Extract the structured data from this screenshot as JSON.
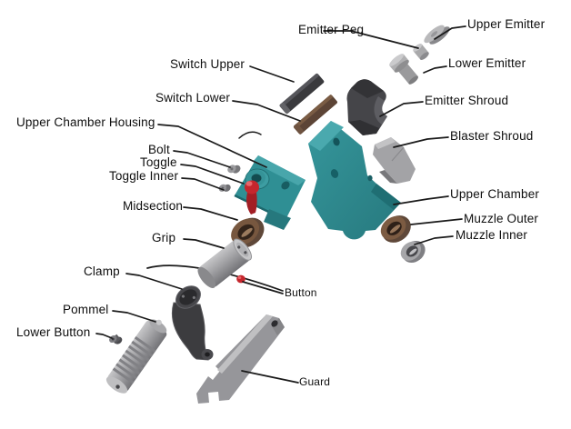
{
  "labels": {
    "emitter_peg": "Emitter Peg",
    "upper_emitter": "Upper Emitter",
    "lower_emitter": "Lower Emitter",
    "switch_upper": "Switch Upper",
    "switch_lower": "Switch Lower",
    "emitter_shroud": "Emitter Shroud",
    "upper_chamber_housing": "Upper Chamber Housing",
    "blaster_shroud": "Blaster Shroud",
    "bolt": "Bolt",
    "toggle": "Toggle",
    "toggle_inner": "Toggle Inner",
    "upper_chamber": "Upper Chamber",
    "midsection": "Midsection",
    "muzzle_outer": "Muzzle Outer",
    "muzzle_inner": "Muzzle Inner",
    "grip": "Grip",
    "clamp": "Clamp",
    "button": "Button",
    "pommel": "Pommel",
    "lower_button": "Lower Button",
    "guard": "Guard"
  },
  "palette": {
    "teal": "#2f8f94",
    "teal_light": "#48a6ab",
    "teal_dark": "#1f6e73",
    "brown": "#5f4839",
    "brown_light": "#7c5b42",
    "dark_gray": "#3c3c3f",
    "gray": "#9b9b9e",
    "gray_light": "#c4c4c6",
    "red": "#c5262d",
    "line": "#1a1a1a",
    "background": "#ffffff"
  }
}
